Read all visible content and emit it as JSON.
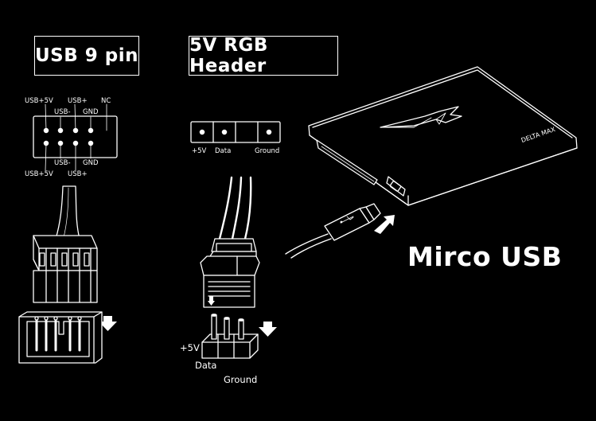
{
  "sections": {
    "usb9pin": {
      "title": "USB 9 pin",
      "pin_labels": {
        "top_row_upper": [
          "USB+5V",
          "USB+",
          "NC"
        ],
        "top_row_lower": [
          "USB-",
          "GND"
        ],
        "bottom_row_upper": [
          "USB-",
          "GND"
        ],
        "bottom_row_lower": [
          "USB+5V",
          "USB+"
        ]
      }
    },
    "rgb": {
      "title": "5V RGB Header",
      "pin_labels": [
        "+5V",
        "Data",
        "Ground"
      ],
      "connector_labels": [
        "+5V",
        "Data",
        "Ground"
      ]
    },
    "micro_usb": {
      "title": "Mirco USB",
      "drive_label": "DELTA MAX"
    }
  },
  "colors": {
    "background": "#000000",
    "line": "#ffffff"
  }
}
